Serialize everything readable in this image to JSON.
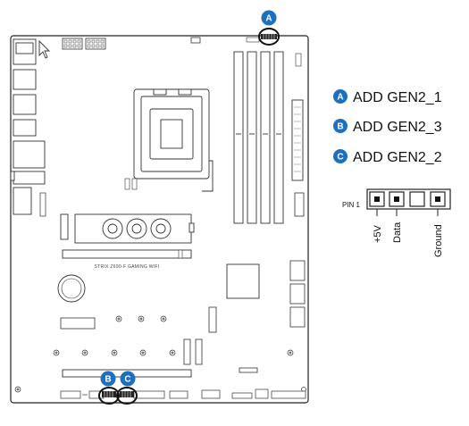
{
  "board": {
    "model_text": "STRIX Z690-F GAMING WIFI"
  },
  "callouts": [
    {
      "id": "A",
      "label": "ADD GEN2_1"
    },
    {
      "id": "B",
      "label": "ADD GEN2_3"
    },
    {
      "id": "C",
      "label": "ADD GEN2_2"
    }
  ],
  "pinout": {
    "pin1_label": "PIN 1",
    "pins": [
      "+5V",
      "Data",
      "Ground"
    ]
  },
  "colors": {
    "badge": "#1d6fc0",
    "line": "#222222",
    "board_fill": "#ffffff"
  }
}
